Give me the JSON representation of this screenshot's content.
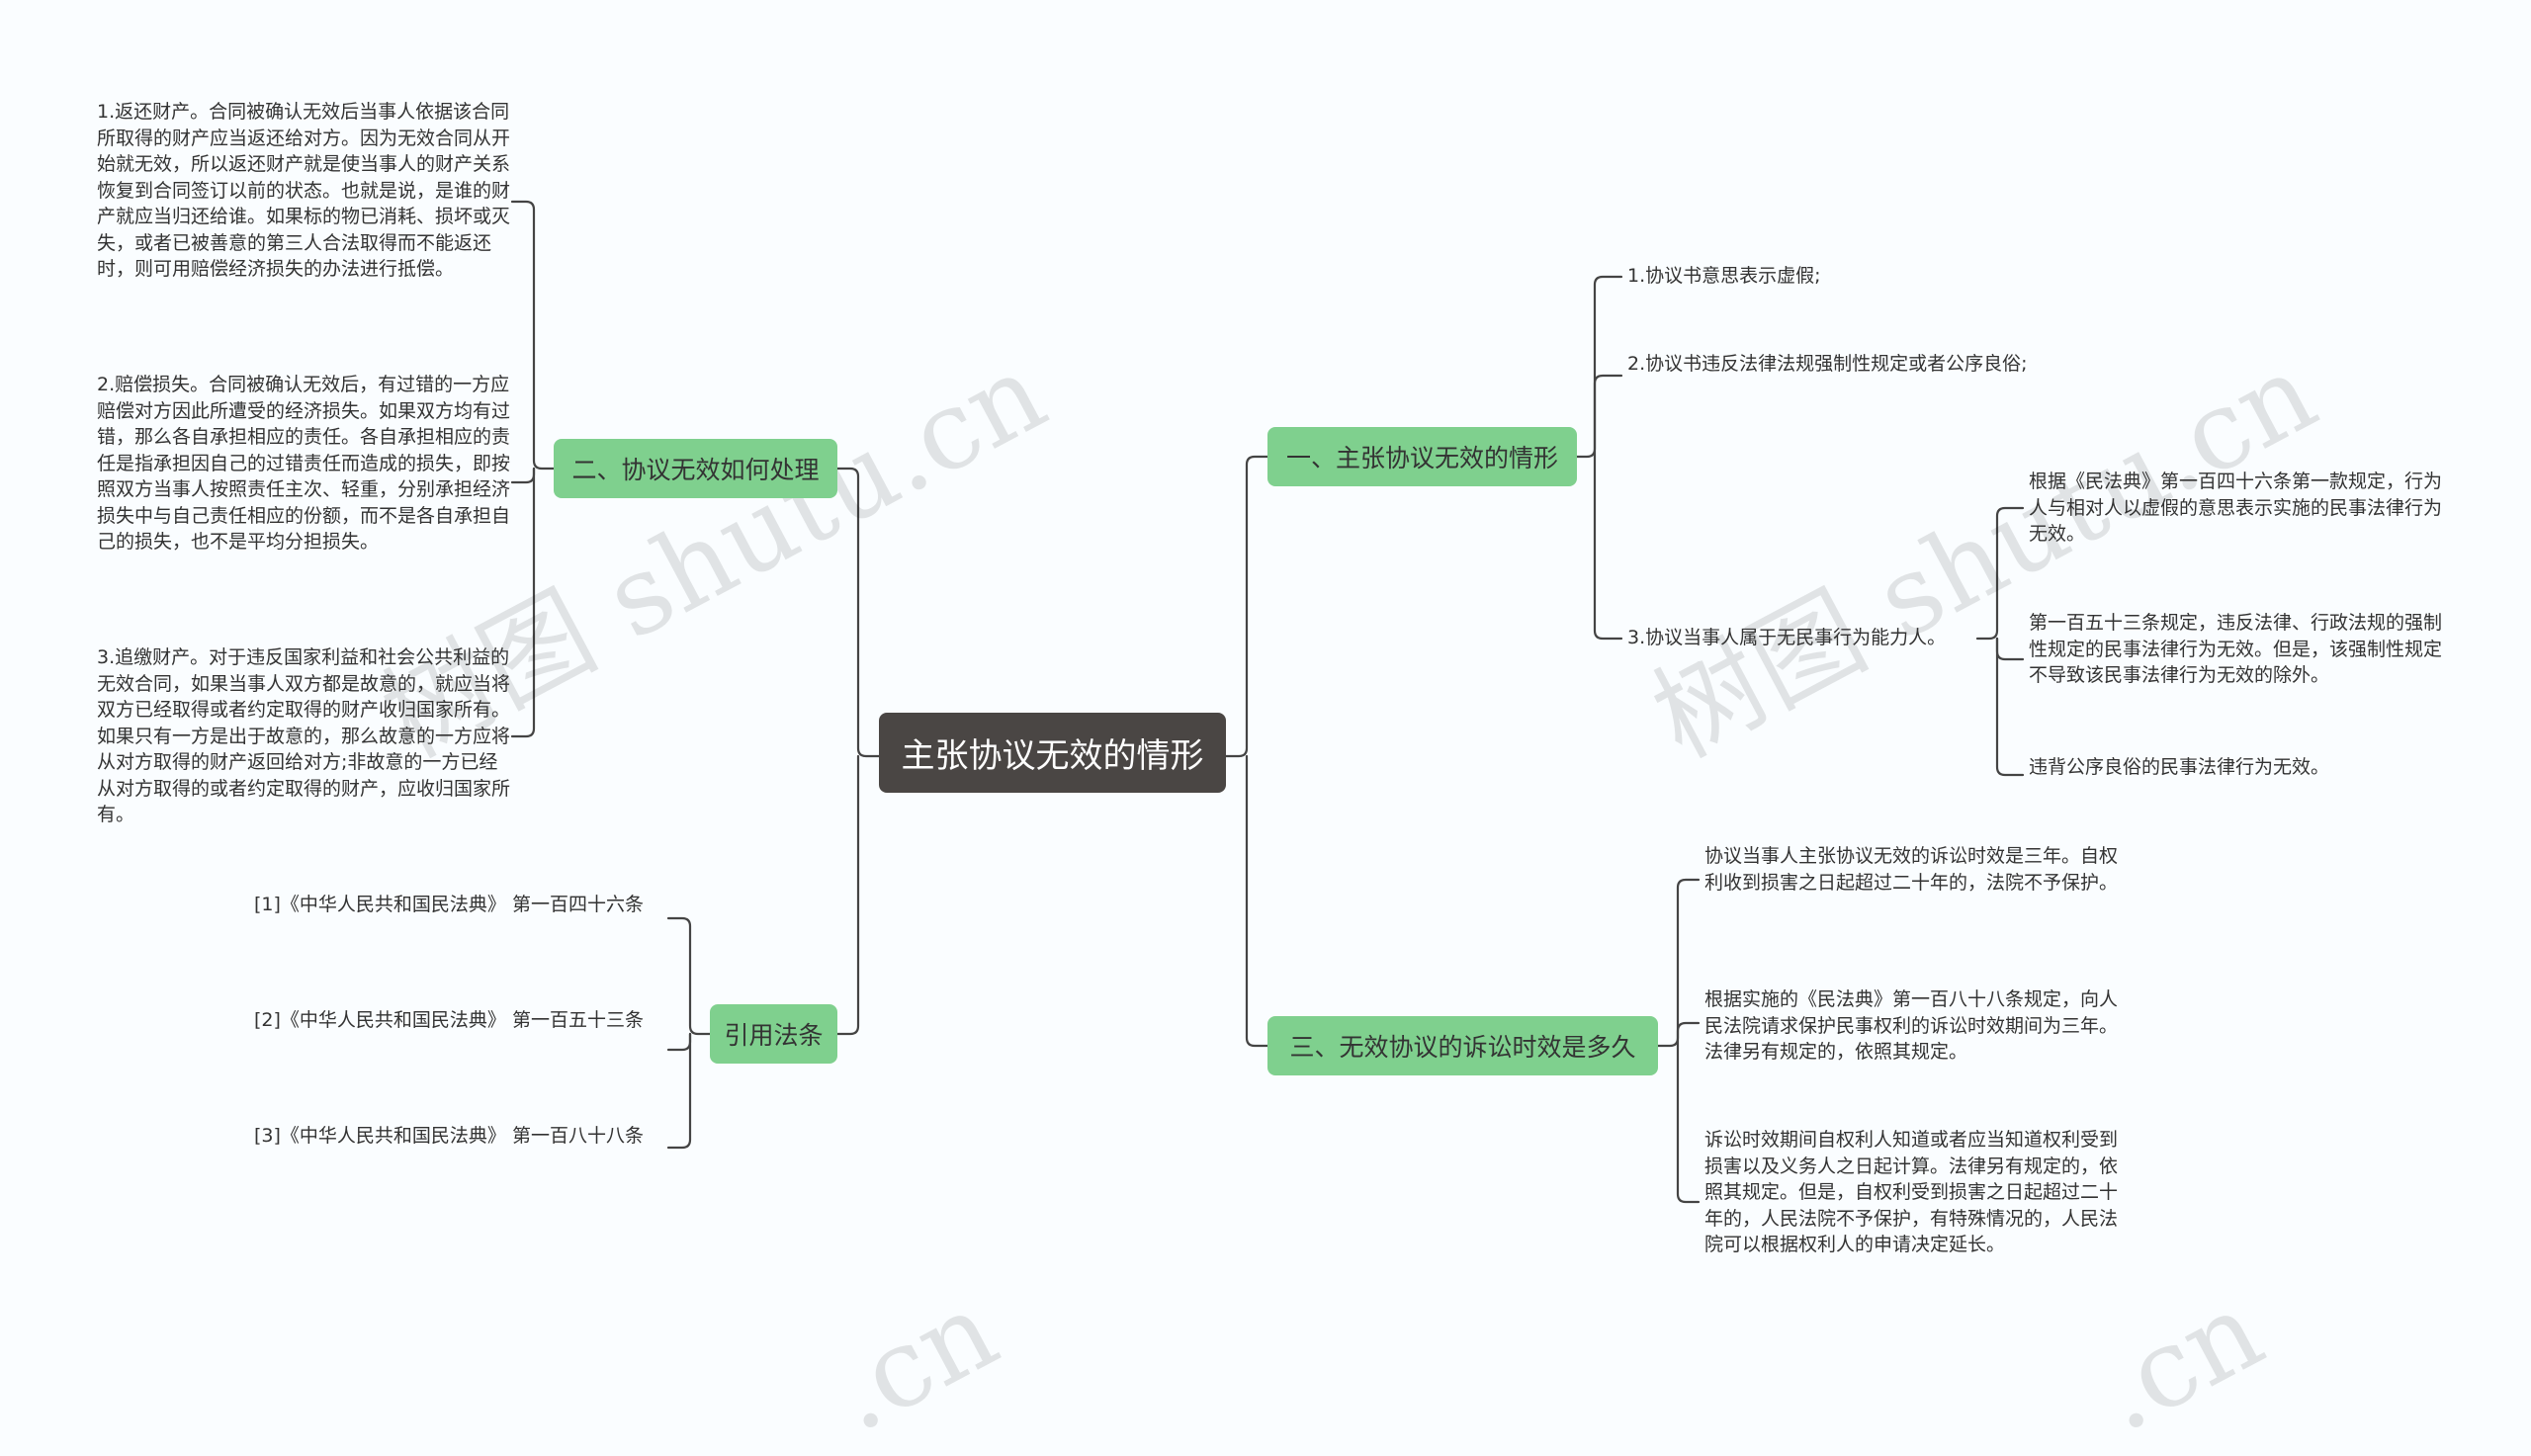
{
  "root": {
    "label": "主张协议无效的情形"
  },
  "left_branches": [
    {
      "label": "二、协议无效如何处理",
      "leaves": [
        "1.返还财产。合同被确认无效后当事人依据该合同所取得的财产应当返还给对方。因为无效合同从开始就无效，所以返还财产就是使当事人的财产关系恢复到合同签订以前的状态。也就是说，是谁的财产就应当归还给谁。如果标的物已消耗、损坏或灭失，或者已被善意的第三人合法取得而不能返还时，则可用赔偿经济损失的办法进行抵偿。",
        "2.赔偿损失。合同被确认无效后，有过错的一方应赔偿对方因此所遭受的经济损失。如果双方均有过错，那么各自承担相应的责任。各自承担相应的责任是指承担因自己的过错责任而造成的损失，即按照双方当事人按照责任主次、轻重，分别承担经济损失中与自己责任相应的份额，而不是各自承担自己的损失，也不是平均分担损失。",
        "3.追缴财产。对于违反国家利益和社会公共利益的无效合同，如果当事人双方都是故意的，就应当将双方已经取得或者约定取得的财产收归国家所有。如果只有一方是出于故意的，那么故意的一方应将从对方取得的财产返回给对方;非故意的一方已经从对方取得的或者约定取得的财产，应收归国家所有。"
      ]
    },
    {
      "label": "引用法条",
      "leaves": [
        "[1]《中华人民共和国民法典》 第一百四十六条",
        "[2]《中华人民共和国民法典》 第一百五十三条",
        "[3]《中华人民共和国民法典》 第一百八十八条"
      ]
    }
  ],
  "right_branches": [
    {
      "label": "一、主张协议无效的情形",
      "leaves": [
        {
          "text": "1.协议书意思表示虚假;",
          "children": []
        },
        {
          "text": "2.协议书违反法律法规强制性规定或者公序良俗;",
          "children": []
        },
        {
          "text": "3.协议当事人属于无民事行为能力人。",
          "children": [
            "根据《民法典》第一百四十六条第一款规定，行为人与相对人以虚假的意思表示实施的民事法律行为无效。",
            "第一百五十三条规定，违反法律、行政法规的强制性规定的民事法律行为无效。但是，该强制性规定不导致该民事法律行为无效的除外。",
            "违背公序良俗的民事法律行为无效。"
          ]
        }
      ]
    },
    {
      "label": "三、无效协议的诉讼时效是多久",
      "leaves": [
        {
          "text": "协议当事人主张协议无效的诉讼时效是三年。自权利收到损害之日起超过二十年的，法院不予保护。",
          "children": []
        },
        {
          "text": "根据实施的《民法典》第一百八十八条规定，向人民法院请求保护民事权利的诉讼时效期间为三年。法律另有规定的，依照其规定。",
          "children": []
        },
        {
          "text": "诉讼时效期间自权利人知道或者应当知道权利受到损害以及义务人之日起计算。法律另有规定的，依照其规定。但是，自权利受到损害之日起超过二十年的，人民法院不予保护，有特殊情况的，人民法院可以根据权利人的申请决定延长。",
          "children": []
        }
      ]
    }
  ],
  "watermarks": [
    "树图 shutu.cn",
    "树图 shutu.cn",
    ".cn",
    ".cn"
  ],
  "colors": {
    "root_bg": "#4a4644",
    "branch_bg": "#7fd08e",
    "line": "#444444"
  }
}
